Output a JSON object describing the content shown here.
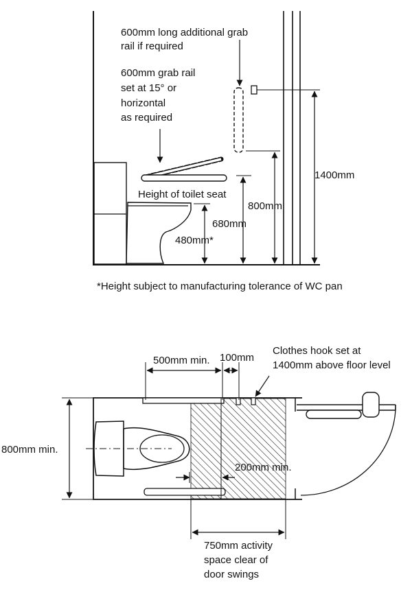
{
  "elevation": {
    "additional_rail_label": [
      "600mm long additional grab",
      "rail if required"
    ],
    "grab_rail_label": [
      "600mm grab rail",
      "set at 15° or",
      "horizontal",
      "as required"
    ],
    "seat_height_label": "Height of toilet seat",
    "dim_1400": "1400mm",
    "dim_800": "800mm",
    "dim_680": "680mm",
    "dim_480": "480mm*",
    "footnote": "*Height subject to manufacturing tolerance of WC pan"
  },
  "plan": {
    "dim_500": "500mm min.",
    "dim_100": "100mm",
    "clothes_hook_label": [
      "Clothes hook set at",
      "1400mm above floor level"
    ],
    "width_label": "800mm min.",
    "dim_200": "200mm min.",
    "activity_space_label": [
      "750mm activity",
      "space clear of",
      "door swings"
    ]
  },
  "colors": {
    "ink": "#111111",
    "hatch": "#222222",
    "background": "#ffffff"
  }
}
